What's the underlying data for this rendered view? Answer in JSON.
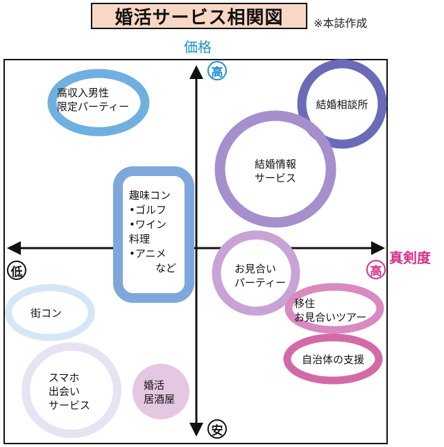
{
  "title": "婚活サービス相関図",
  "source_note": "※本誌作成",
  "axes": {
    "vertical_label": "価格",
    "horizontal_label": "真剣度",
    "top_badge": "高",
    "bottom_badge": "安",
    "left_badge": "低",
    "right_badge": "高"
  },
  "services": {
    "high_income": {
      "line1": "高収入男性",
      "line2": "限定パーティー"
    },
    "consultation": {
      "line1": "結婚相談所"
    },
    "info_service": {
      "line1": "結婚情報",
      "line2": "サービス"
    },
    "hobby": {
      "line1": "趣味コン",
      "line2": "•ゴルフ",
      "line3": "•ワイン",
      "line4": "料理",
      "line5": "•アニメ",
      "line6": "など"
    },
    "omiai_party": {
      "line1": "お見合い",
      "line2": "パーティー"
    },
    "machi_kon": {
      "line1": "街コン"
    },
    "relocation_tour": {
      "line1": "移住",
      "line2": "お見合いツアー"
    },
    "municipal": {
      "line1": "自治体の支援"
    },
    "smartphone": {
      "line1": "スマホ",
      "line2": "出会い",
      "line3": "サービス"
    },
    "izakaya": {
      "line1": "婚活",
      "line2": "居酒屋"
    }
  },
  "colors": {
    "high_income": "#6fb0e0",
    "consultation": "#6a6ab8",
    "info_service": "#a58fcc",
    "hobby": "#7ea7dc",
    "omiai_party": "#c8a4d6",
    "machi_kon": "#d5e6f7",
    "relocation_tour": "#d98ac0",
    "municipal": "#d36aa8",
    "smartphone": "#e6e3f2",
    "izakaya": "#e4c7e0",
    "title_bg": "#f8d7c4",
    "vertical_axis_label": "#1f8fd0",
    "horizontal_axis_label": "#d6318a"
  }
}
